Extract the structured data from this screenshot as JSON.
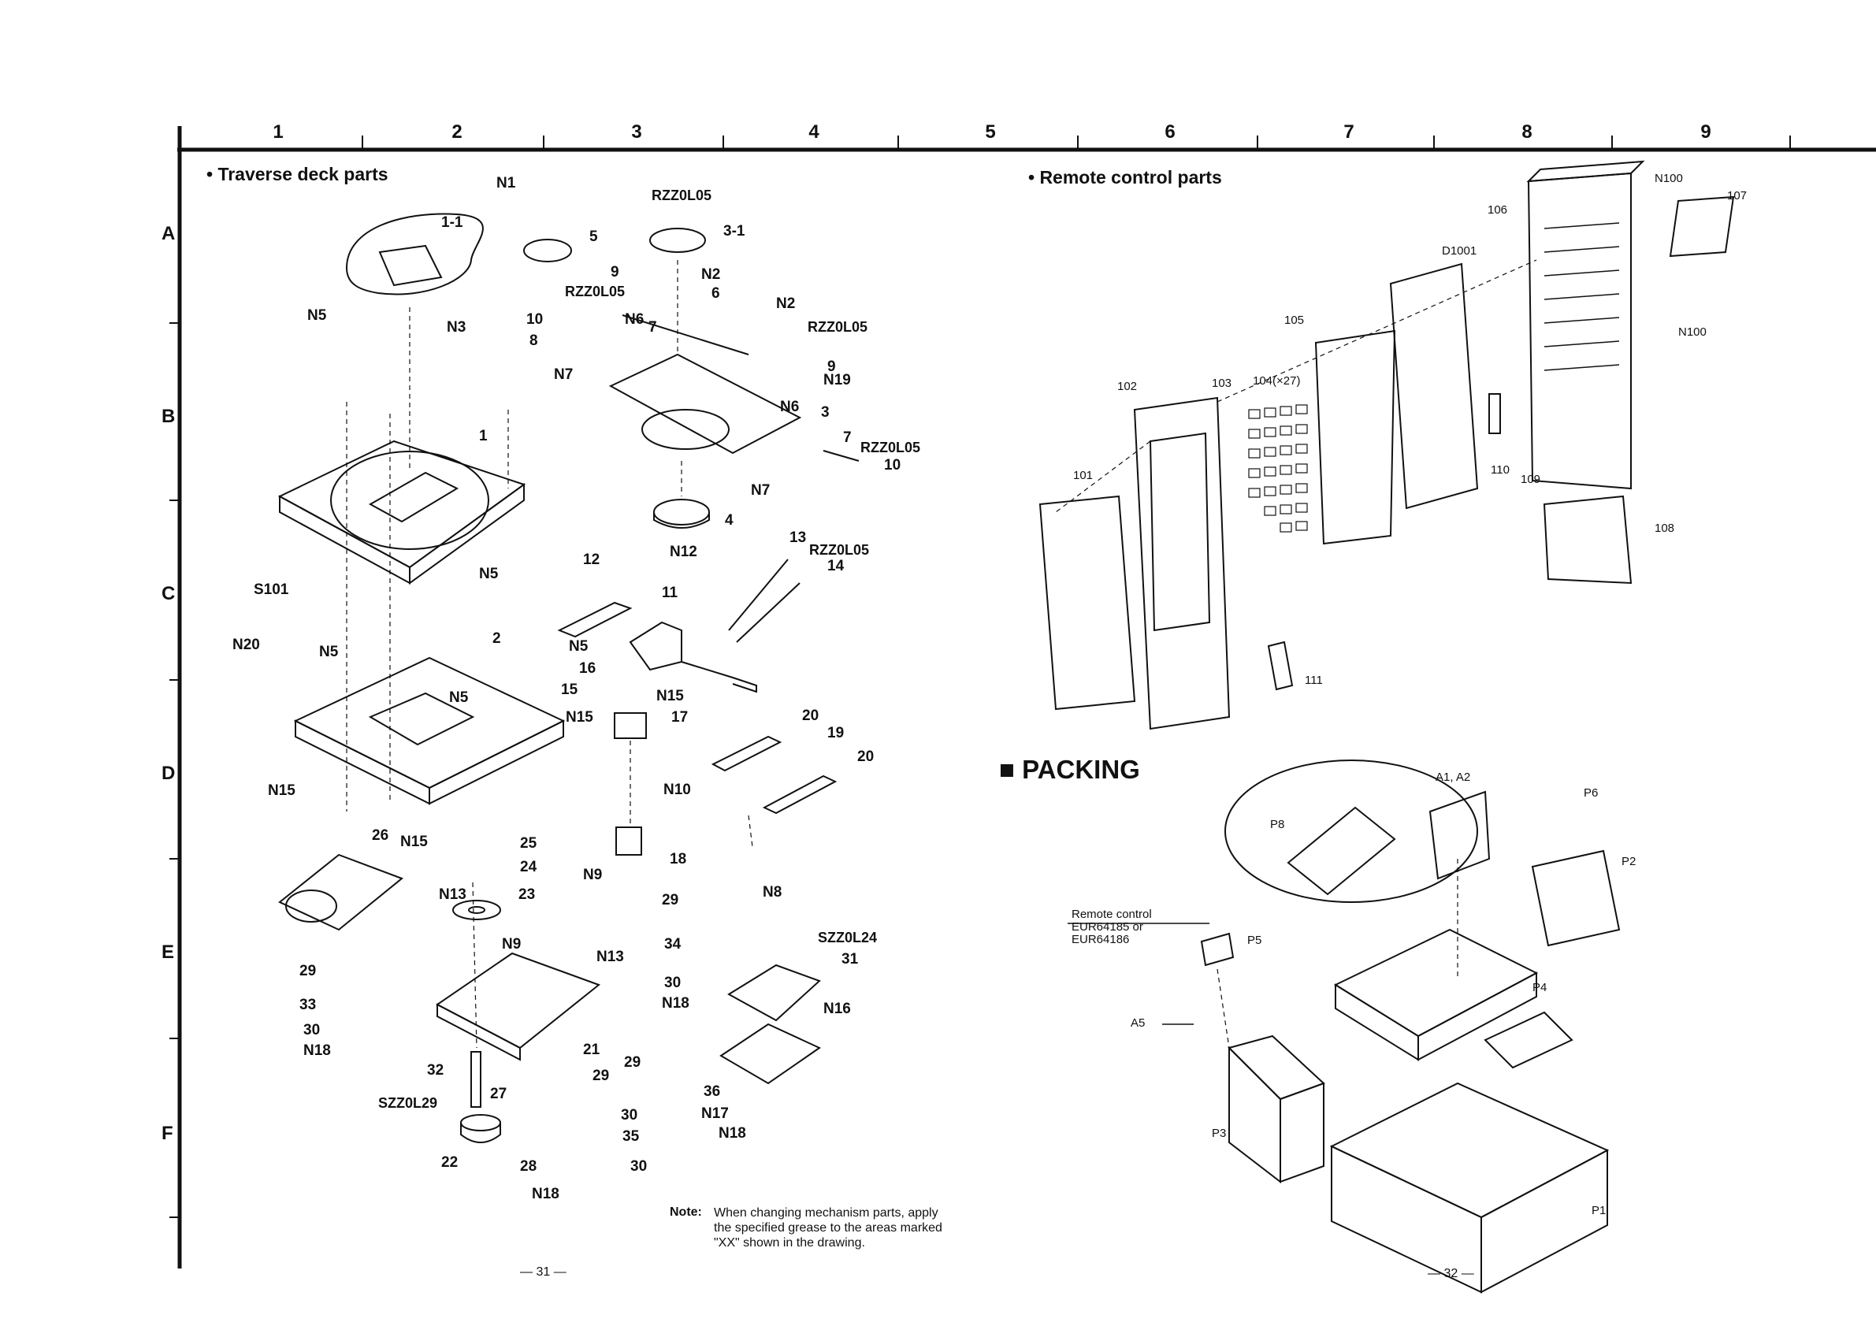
{
  "grid": {
    "columns": [
      "1",
      "2",
      "3",
      "4",
      "5",
      "6",
      "7",
      "8",
      "9"
    ],
    "rows": [
      "A",
      "B",
      "C",
      "D",
      "E",
      "F"
    ]
  },
  "sections": {
    "traverse": "• Traverse deck parts",
    "remote": "• Remote control parts",
    "packing": "■ PACKING"
  },
  "note": {
    "label": "Note:",
    "text": "When changing mechanism parts, apply the specified grease to the areas marked \"XX\" shown in the drawing."
  },
  "remote_control": {
    "heading": "Remote control",
    "models": [
      "EUR64185 or",
      "EUR64186"
    ]
  },
  "page_numbers": {
    "left": "— 31 —",
    "right": "— 32 —"
  },
  "traverse_labels": [
    "N1",
    "1-1",
    "5",
    "RZZ0L05",
    "3-1",
    "9",
    "N2",
    "RZZ0L05",
    "6",
    "10",
    "8",
    "N6",
    "7",
    "N2",
    "RZZ0L05",
    "9",
    "N19",
    "N7",
    "N6",
    "3",
    "7",
    "RZZ0L05",
    "10",
    "N7",
    "4",
    "N5",
    "N3",
    "1",
    "S101",
    "N5",
    "N20",
    "2",
    "N5",
    "N5",
    "12",
    "N12",
    "13",
    "RZZ0L05",
    "14",
    "11",
    "N5",
    "16",
    "15",
    "N15",
    "N15",
    "17",
    "20",
    "19",
    "20",
    "N10",
    "N15",
    "26",
    "N15",
    "25",
    "24",
    "N13",
    "23",
    "N9",
    "29",
    "N9",
    "18",
    "N8",
    "29",
    "33",
    "30",
    "N18",
    "N13",
    "34",
    "30",
    "N18",
    "SZZ0L24",
    "31",
    "N16",
    "32",
    "21",
    "29",
    "29",
    "36",
    "N17",
    "N18",
    "SZZ0L29",
    "27",
    "30",
    "35",
    "30",
    "22",
    "28",
    "N18"
  ],
  "remote_labels": [
    "N100",
    "107",
    "106",
    "D1001",
    "N100",
    "105",
    "103",
    "104(×27)",
    "102",
    "101",
    "110",
    "109",
    "108",
    "111"
  ],
  "packing_labels": [
    "A1, A2",
    "P6",
    "P8",
    "P2",
    "P5",
    "P4",
    "A5",
    "P3",
    "P1"
  ]
}
